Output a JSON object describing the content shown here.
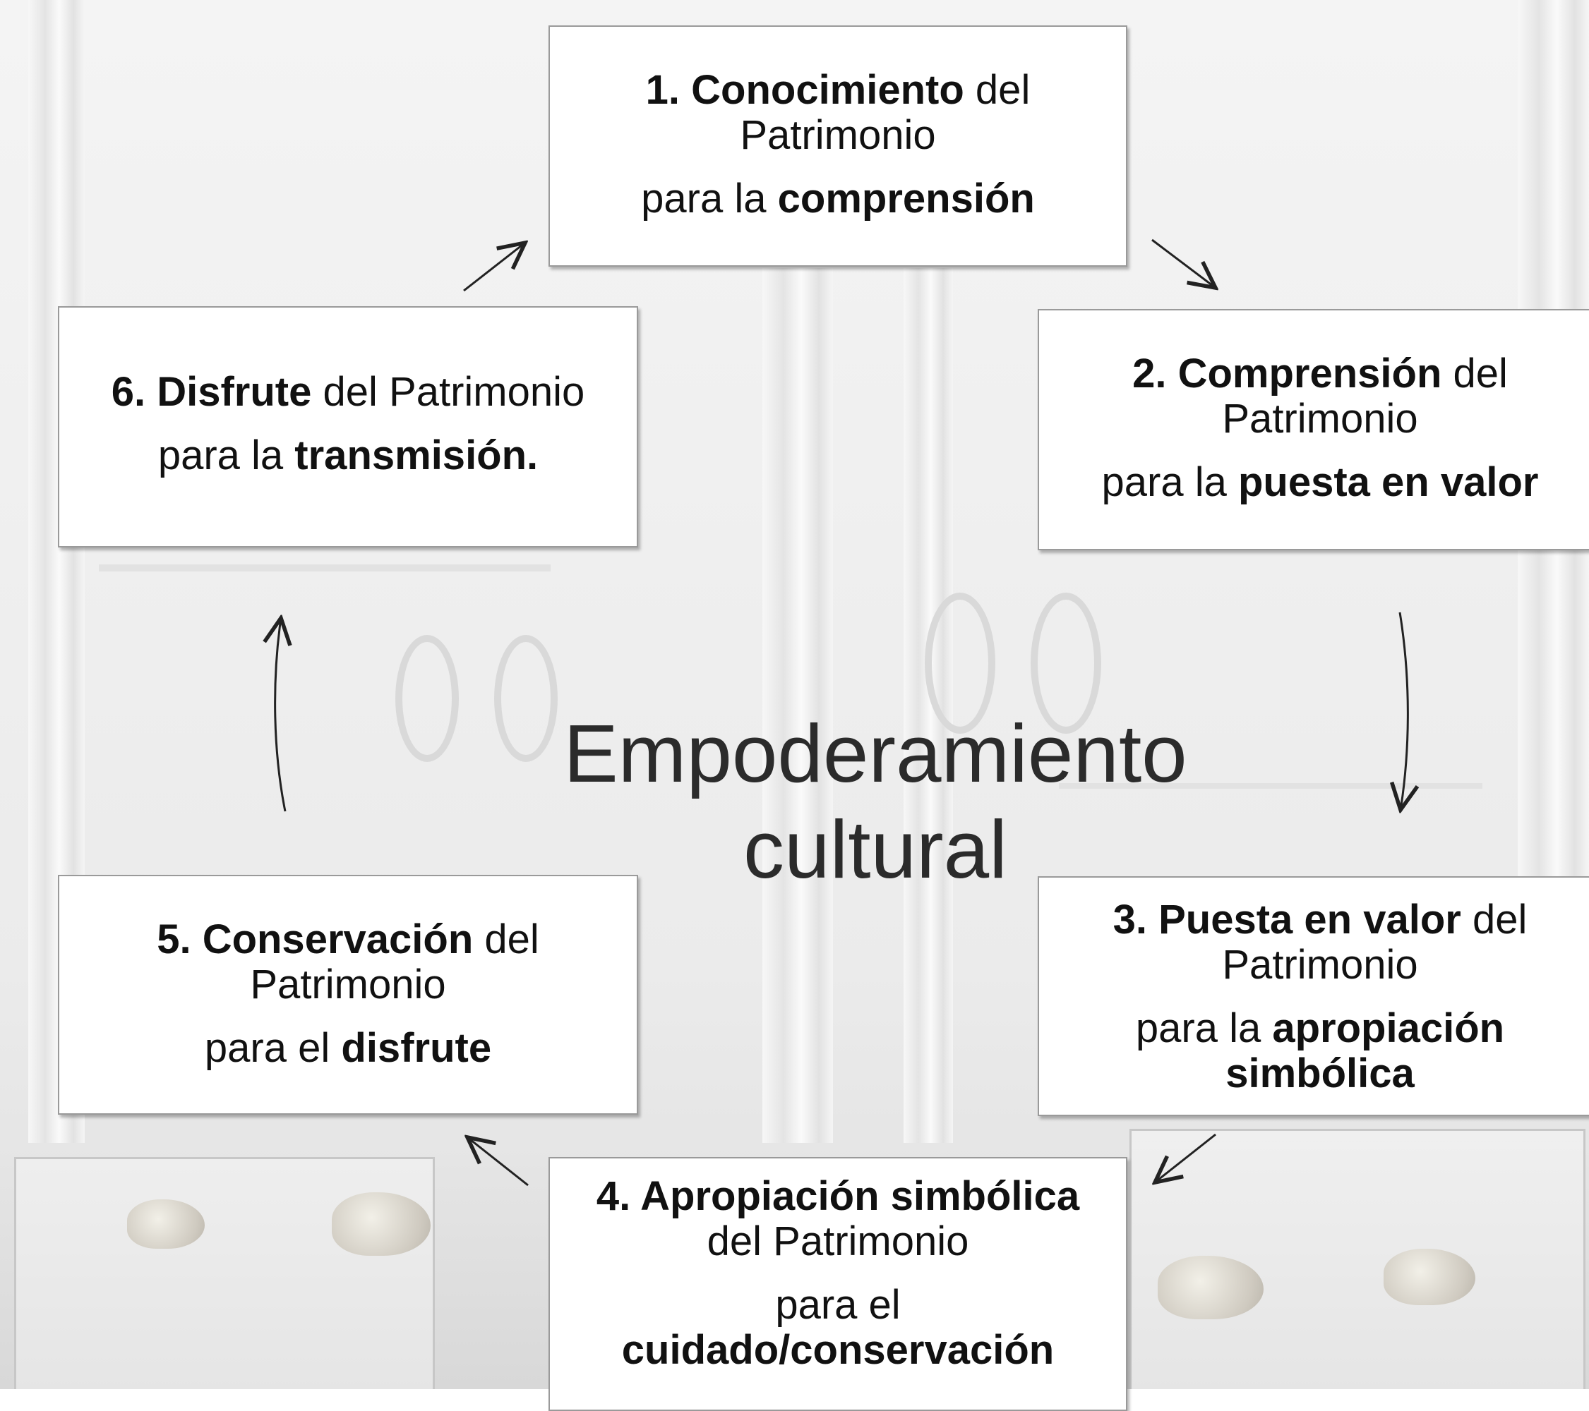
{
  "center_title": "Empoderamiento\ncultural",
  "boxes": [
    {
      "line1_bold": "1. Conocimiento",
      "line1_rest": " del",
      "line2": "Patrimonio",
      "line3_plain": "para la ",
      "line3_bold": "comprensión"
    },
    {
      "line1_bold": "2. Comprensión",
      "line1_rest": " del",
      "line2": "Patrimonio",
      "line3_plain": "para la ",
      "line3_bold": "puesta en valor"
    },
    {
      "line1_bold": "3. Puesta en valor",
      "line1_rest": " del",
      "line2": "Patrimonio",
      "line3_plain": "para la ",
      "line3_bold": "apropiación",
      "line4_bold": "simbólica"
    },
    {
      "line1_bold": "4. Apropiación simbólica",
      "line2": "del Patrimonio",
      "line3_plain": "para el",
      "line4_bold": "cuidado/conservación"
    },
    {
      "line1_bold": "5. Conservación",
      "line1_rest": " del",
      "line2": "Patrimonio",
      "line3_plain": "para el ",
      "line3_bold": "disfrute"
    },
    {
      "line1_bold": "6. Disfrute",
      "line1_rest": " del Patrimonio",
      "line3_plain": "para la ",
      "line3_bold": "transmisión."
    }
  ],
  "colors": {
    "box_fill": "#ffffff",
    "box_border": "#9a9a9a",
    "text": "#111111",
    "center_text": "#2b2b2b",
    "arrow": "#222222"
  }
}
